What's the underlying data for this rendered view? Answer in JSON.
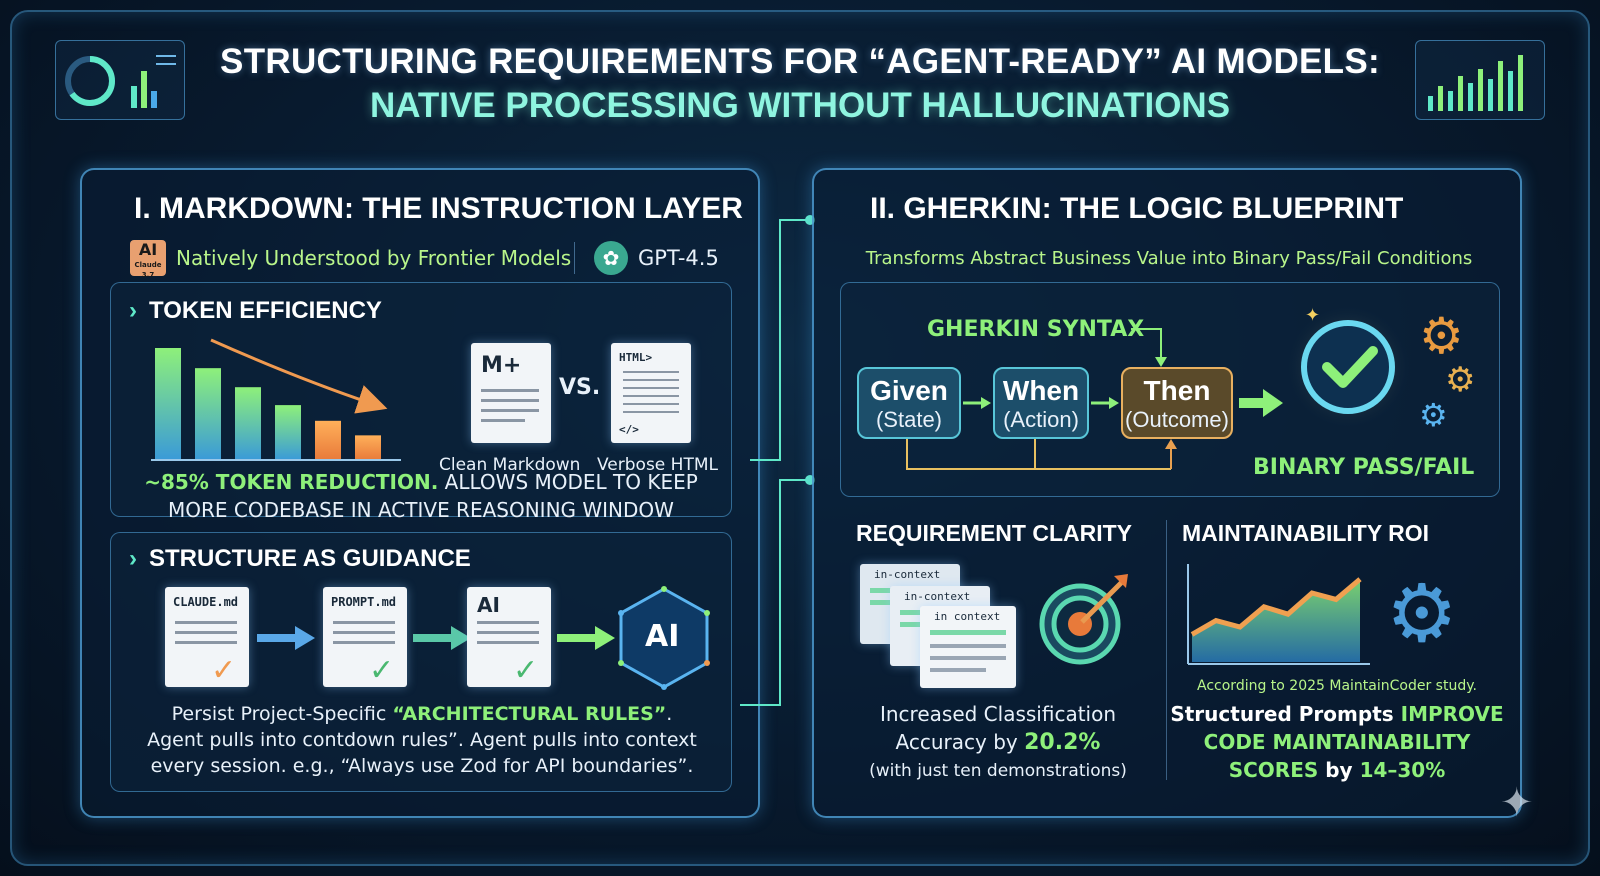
{
  "title": {
    "line1": "STRUCTURING REQUIREMENTS FOR “AGENT-READY” AI MODELS:",
    "line2": "NATIVE PROCESSING WITHOUT HALLUCINATIONS"
  },
  "left_panel": {
    "title": "I. MARKDOWN: THE INSTRUCTION LAYER",
    "models_text": "Natively Understood by Frontier Models",
    "claude_badge": "AI",
    "claude_badge_sub": "Claude 3.7",
    "gpt_label": "GPT-4.5",
    "token": {
      "heading": "TOKEN EFFICIENCY",
      "chevron": "›",
      "chart_values": [
        100,
        82,
        65,
        49,
        35,
        22
      ],
      "md_doc_label": "M+",
      "html_doc_label": "HTML>",
      "html_doc_close": "</>",
      "vs": "VS.",
      "clean_label": "Clean Markdown",
      "verbose_label": "Verbose HTML",
      "caption_highlight": "~85% TOKEN REDUCTION.",
      "caption_rest": " ALLOWS MODEL TO KEEP",
      "caption_line2": "MORE CODEBASE IN ACTIVE REASONING WINDOW"
    },
    "structure": {
      "heading": "STRUCTURE AS GUIDANCE",
      "chevron": "›",
      "doc1": "CLAUDE.md",
      "doc2": "PROMPT.md",
      "doc3": "AI",
      "hex_label": "AI",
      "caption_line1_a": "Persist Project-Specific ",
      "caption_line1_b": "“ARCHITECTURAL RULES”",
      "caption_line1_c": ".",
      "caption_line2": "Agent pulls into contdown rules”. Agent pulls into context",
      "caption_line3": "every session. e.g., “Always use Zod for API boundaries”."
    }
  },
  "right_panel": {
    "title": "II. GHERKIN: THE LOGIC BLUEPRINT",
    "subtitle": "Transforms Abstract Business Value into Binary Pass/Fail Conditions",
    "gherkin": {
      "syntax_label": "GHERKIN SYNTAX",
      "given": "Given",
      "given_sub": "(State)",
      "when": "When",
      "when_sub": "(Action)",
      "then": "Then",
      "then_sub": "(Outcome)",
      "result": "BINARY PASS/FAIL"
    },
    "clarity": {
      "heading": "REQUIREMENT CLARITY",
      "card1": "in-context",
      "card2": "in-context",
      "card3": "in context",
      "caption_line1": "Increased Classification",
      "caption_line2_a": "Accuracy by ",
      "caption_line2_b": "20.2%",
      "caption_line3": "(with just ten demonstrations)"
    },
    "roi": {
      "heading": "MAINTAINABILITY ROI",
      "chart_values": [
        30,
        45,
        38,
        60,
        52,
        75,
        68,
        90
      ],
      "source": "According to 2025 MaintainCoder study.",
      "caption_line1_a": "Structured Prompts ",
      "caption_line1_b": "IMPROVE",
      "caption_line2": "CODE MAINTAINABILITY",
      "caption_line3_a": "SCORES",
      "caption_line3_b": " by ",
      "caption_line3_c": "14–30%"
    }
  },
  "colors": {
    "accent_cyan": "#5fe8c8",
    "accent_green": "#8ef07a",
    "panel_border": "#5ab4f0",
    "title_teal": "#8ff5e0"
  }
}
